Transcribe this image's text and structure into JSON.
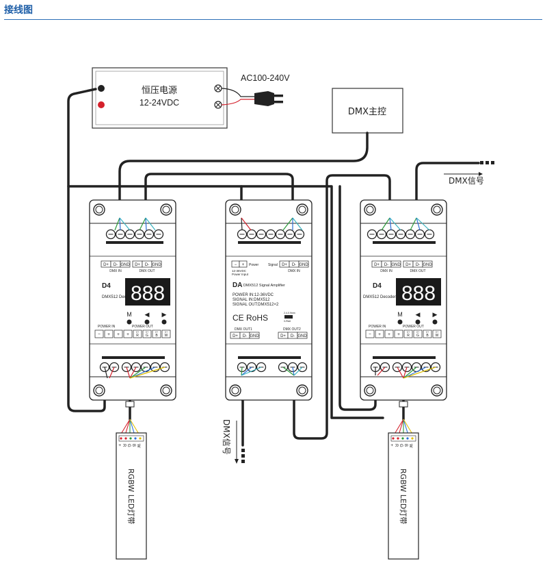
{
  "header": {
    "title": "接线图"
  },
  "power_supply": {
    "name": "恒压电源",
    "voltage": "12-24VDC",
    "ac_label": "AC100-240V"
  },
  "controller": {
    "label": "DMX主控"
  },
  "dmx_signal_out": "DMX信号",
  "dmx_signal_down": "DMX信号",
  "decoder": {
    "model": "D4",
    "subtitle": "DMX512 Decoder",
    "display": "888",
    "buttons": [
      "M",
      "◀",
      "▶"
    ],
    "top_terminals": [
      "D+",
      "D-",
      "GND",
      "D+",
      "D-",
      "GND"
    ],
    "dmx_in": "DMX IN",
    "dmx_out": "DMX OUT",
    "power_in": "POWER IN",
    "power_out": "POWER OUT",
    "bottom_terminals": [
      "−",
      "+",
      "+",
      "+",
      "R",
      "G",
      "B",
      "W"
    ],
    "bottom_sub": [
      "V+",
      "V+",
      "V+",
      "V+"
    ]
  },
  "amplifier": {
    "model": "DA",
    "subtitle": "DMX512 Signal Amplifier",
    "top_terminals": [
      "−",
      "+",
      "D+",
      "D-",
      "GND"
    ],
    "power_label": "Power",
    "power_sub": "12-36VDC",
    "power_input": "Power Input",
    "signal_label": "Signal",
    "dmx_in": "DMX IN",
    "spec_lines": [
      "POWER IN:12-36VDC",
      "SIGNAL IN:DMX512",
      "SIGNAL OUT:DMX512×2"
    ],
    "ce": "CE RoHS",
    "switch_on": "2,4-0.9mm",
    "switch_off": "0-Ris6",
    "out1": "DMX OUT1",
    "out2": "DMX OUT2",
    "bottom_terminals": [
      "D+",
      "D-",
      "GND",
      "D+",
      "D-",
      "GND"
    ]
  },
  "led_strip": {
    "label": "RGBW LED灯带",
    "pins": [
      "+",
      "R",
      "G",
      "B",
      "W"
    ]
  },
  "colors": {
    "header": "#1f5fa8",
    "wire": "#222222",
    "red": "#d4202b",
    "green": "#2a9a3a",
    "blue": "#2a6fd6",
    "yellow": "#e0c000",
    "teal": "#39b3c0"
  }
}
